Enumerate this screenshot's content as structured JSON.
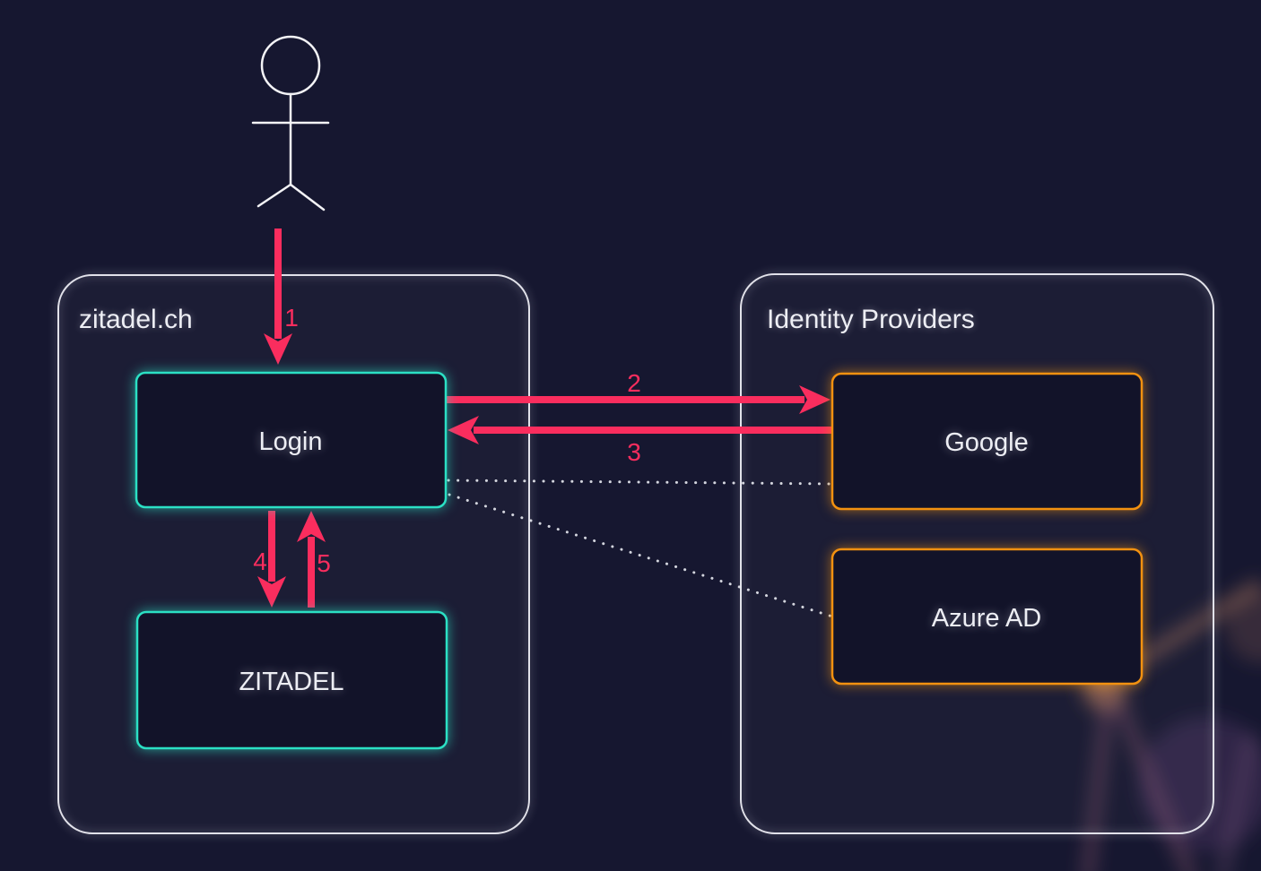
{
  "diagram": {
    "colors": {
      "background": "#161730",
      "container_border": "#e2e2ea",
      "teal": "#2be0c4",
      "orange": "#f29110",
      "pink": "#fa2d5e",
      "text": "#edeef4"
    },
    "actor": {
      "icon": "user-stick-figure"
    },
    "containers": [
      {
        "id": "zitadel-ch",
        "label": "zitadel.ch"
      },
      {
        "id": "identity-providers",
        "label": "Identity Providers"
      }
    ],
    "nodes": [
      {
        "id": "login",
        "label": "Login",
        "container": "zitadel-ch",
        "color": "teal"
      },
      {
        "id": "zitadel",
        "label": "ZITADEL",
        "container": "zitadel-ch",
        "color": "teal"
      },
      {
        "id": "google",
        "label": "Google",
        "container": "identity-providers",
        "color": "orange"
      },
      {
        "id": "azure-ad",
        "label": "Azure AD",
        "container": "identity-providers",
        "color": "orange"
      }
    ],
    "flows": [
      {
        "step": "1",
        "from": "user",
        "to": "login"
      },
      {
        "step": "2",
        "from": "login",
        "to": "google"
      },
      {
        "step": "3",
        "from": "google",
        "to": "login"
      },
      {
        "step": "4",
        "from": "login",
        "to": "zitadel"
      },
      {
        "step": "5",
        "from": "zitadel",
        "to": "login"
      }
    ],
    "dotted_links": [
      {
        "from": "login",
        "to": "google"
      },
      {
        "from": "login",
        "to": "azure-ad"
      }
    ]
  }
}
